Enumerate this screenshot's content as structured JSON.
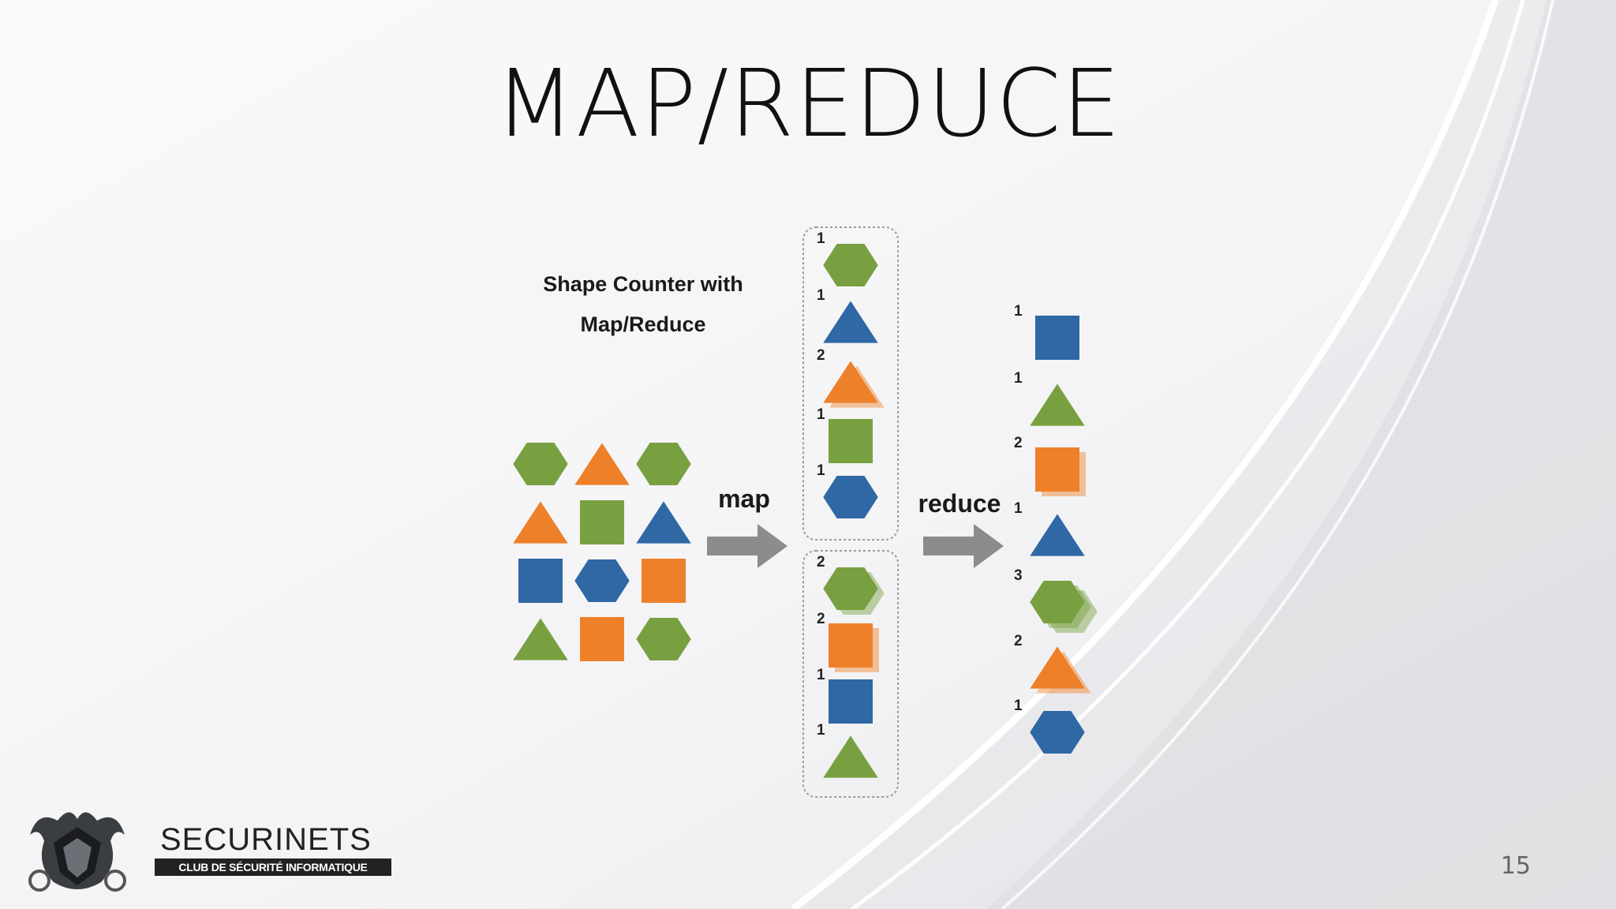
{
  "slide": {
    "title": "MAP/REDUCE",
    "page_number": "15"
  },
  "diagram": {
    "caption_line1": "Shape Counter with",
    "caption_line2": "Map/Reduce",
    "map_label": "map",
    "reduce_label": "reduce",
    "colors": {
      "green": "#78a040",
      "orange": "#ee8029",
      "blue": "#2f68a4",
      "arrow": "#8c8c8c"
    },
    "input_grid": [
      [
        "green hexagon",
        "orange triangle",
        "green hexagon"
      ],
      [
        "orange triangle",
        "green square",
        "blue triangle"
      ],
      [
        "blue square",
        "blue hexagon",
        "orange square"
      ],
      [
        "green triangle",
        "orange square",
        "green hexagon"
      ]
    ],
    "map_output_group1": [
      {
        "count": "1",
        "color": "green",
        "shape": "hexagon"
      },
      {
        "count": "1",
        "color": "blue",
        "shape": "triangle"
      },
      {
        "count": "2",
        "color": "orange",
        "shape": "triangle"
      },
      {
        "count": "1",
        "color": "green",
        "shape": "square"
      },
      {
        "count": "1",
        "color": "blue",
        "shape": "hexagon"
      }
    ],
    "map_output_group2": [
      {
        "count": "2",
        "color": "green",
        "shape": "hexagon"
      },
      {
        "count": "2",
        "color": "orange",
        "shape": "square"
      },
      {
        "count": "1",
        "color": "blue",
        "shape": "square"
      },
      {
        "count": "1",
        "color": "green",
        "shape": "triangle"
      }
    ],
    "reduce_output": [
      {
        "count": "1",
        "color": "blue",
        "shape": "square"
      },
      {
        "count": "1",
        "color": "green",
        "shape": "triangle"
      },
      {
        "count": "2",
        "color": "orange",
        "shape": "square"
      },
      {
        "count": "1",
        "color": "blue",
        "shape": "triangle"
      },
      {
        "count": "3",
        "color": "green",
        "shape": "hexagon"
      },
      {
        "count": "2",
        "color": "orange",
        "shape": "triangle"
      },
      {
        "count": "1",
        "color": "blue",
        "shape": "hexagon"
      }
    ]
  },
  "logo": {
    "name": "SECURINETS",
    "tagline": "CLUB DE SÉCURITÉ INFORMATIQUE"
  }
}
